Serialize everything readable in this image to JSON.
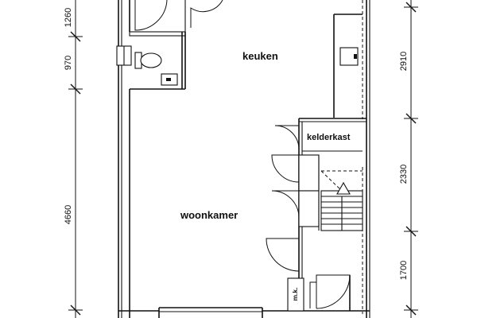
{
  "rooms": {
    "keuken": "keuken",
    "woonkamer": "woonkamer",
    "kelderkast": "kelderkast",
    "meterkast": "m.k."
  },
  "dimensions": {
    "left": [
      "1260",
      "970",
      "4660"
    ],
    "right": [
      "2910",
      "2330",
      "1700"
    ]
  }
}
